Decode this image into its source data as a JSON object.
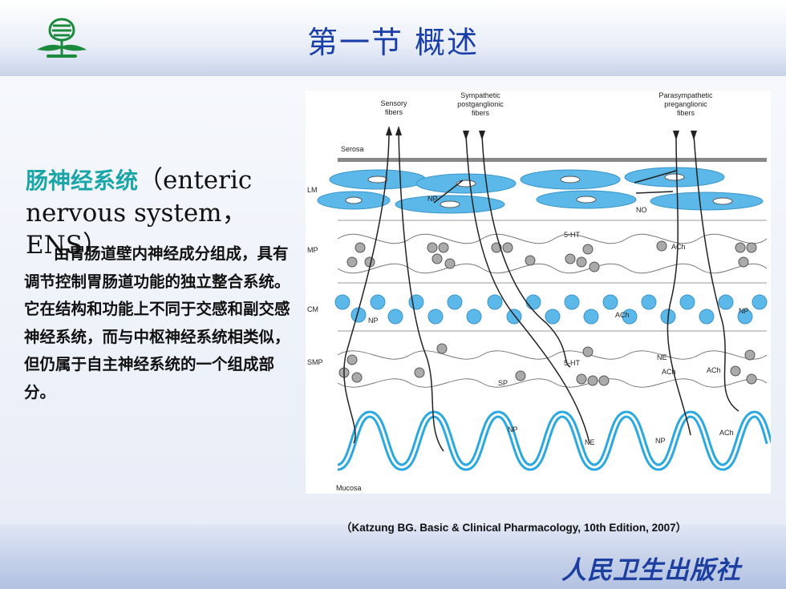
{
  "header": {
    "title": "第一节  概述"
  },
  "text": {
    "heading_cn": "肠神经系统",
    "heading_en": "（enteric nervous system，ENS）",
    "paragraph": "由胃肠道壁内神经成分组成，具有调节控制胃肠道功能的独立整合系统。它在结构和功能上不同于交感和副交感神经系统，而与中枢神经系统相类似，但仍属于自主神经系统的一个组成部分。"
  },
  "figure": {
    "top_labels": {
      "sensory_1": "Sensory",
      "sensory_2": "fibers",
      "symp_1": "Sympathetic",
      "symp_2": "postganglionic",
      "symp_3": "fibers",
      "para_1": "Parasympathetic",
      "para_2": "preganglionic",
      "para_3": "fibers"
    },
    "layers": {
      "serosa": "Serosa",
      "lm": "LM",
      "mp": "MP",
      "cm": "CM",
      "smp": "SMP",
      "mucosa": "Mucosa"
    },
    "labels": {
      "np1": "NP",
      "no": "NO",
      "ht1": "5-HT",
      "ach1": "ACh",
      "np2": "NP",
      "ach2": "ACh",
      "np3": "NP",
      "ht2": "5-HT",
      "ne1": "NE",
      "ach3": "ACh",
      "ach4": "ACh",
      "sp": "SP",
      "np4": "NP",
      "ne2": "NE",
      "np5": "NP",
      "ach5": "ACh"
    }
  },
  "caption": "（Katzung BG. Basic & Clinical Pharmacology, 10th Edition, 2007）",
  "publisher": "人民卫生出版社",
  "colors": {
    "title": "#1a3fa8",
    "heading_cn": "#1aa5a8",
    "muscle": "#5bb8e8",
    "mucosa": "#2aa8e0",
    "publisher": "#1d3fa0"
  }
}
